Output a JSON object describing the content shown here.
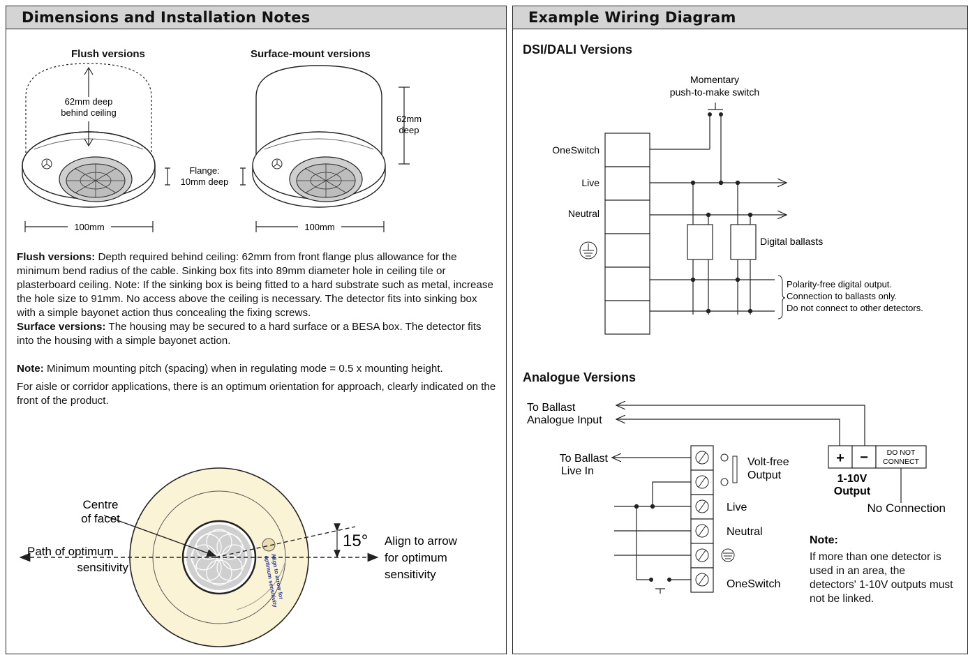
{
  "left_panel": {
    "title": "Dimensions and Installation Notes",
    "flush_heading": "Flush versions",
    "surface_heading": "Surface-mount versions",
    "flush_depth_line1": "62mm deep",
    "flush_depth_line2": "behind ceiling",
    "flange_line1": "Flange:",
    "flange_line2": "10mm deep",
    "surface_depth_line1": "62mm",
    "surface_depth_line2": "deep",
    "width_flush": "100mm",
    "width_surface": "100mm",
    "flush_label": "Flush versions:",
    "flush_text": " Depth required behind ceiling: 62mm from front flange plus allowance for the minimum bend radius of the cable.  Sinking box fits into 89mm diameter hole in ceiling tile or plasterboard ceiling.  Note: If the sinking box is being fitted to a hard substrate such as metal, increase the hole size to 91mm.  No access above the ceiling is necessary.  The detector fits into sinking box with a simple bayonet action thus concealing the fixing screws.",
    "surface_label": "Surface versions:",
    "surface_text": " The housing may be secured to a hard surface or a BESA box. The detector fits into the housing with a simple bayonet action.",
    "note_label": "Note:",
    "note_text": "  Minimum mounting pitch (spacing) when in regulating mode = 0.5 x mounting height.",
    "aisle_text": "For aisle or corridor applications, there is an optimum orientation for approach, clearly indicated on the front of the product.",
    "centre_line1": "Centre",
    "centre_line2": "of facet",
    "path_line1": "Path of optimum",
    "path_line2": "sensitivity",
    "angle": "15°",
    "align_line1": "Align to arrow",
    "align_line2": "for optimum",
    "align_line3": "sensitivity",
    "arrow_text_line1": "Align to arrow for",
    "arrow_text_line2": "optimum sensitivity"
  },
  "right_panel": {
    "title": "Example Wiring Diagram",
    "dsi_heading": "DSI/DALI Versions",
    "switch_line1": "Momentary",
    "switch_line2": "push-to-make switch",
    "terminals": [
      "OneSwitch",
      "Live",
      "Neutral"
    ],
    "ballasts": "Digital ballasts",
    "polarity_line1": "Polarity-free digital output.",
    "polarity_line2": "Connection to ballasts only.",
    "polarity_line3": "Do not connect to other detectors.",
    "analogue_heading": "Analogue Versions",
    "ballast_in_line1": "To Ballast",
    "ballast_in_line2": "Analogue Input",
    "live_in_line1": "To Ballast",
    "live_in_line2": "Live In",
    "voltfree_line1": "Volt-free",
    "voltfree_line2": "Output",
    "a_live": "Live",
    "a_neutral": "Neutral",
    "a_oneswitch": "OneSwitch",
    "plus": "+",
    "minus": "−",
    "dnc_line1": "DO NOT",
    "dnc_line2": "CONNECT",
    "output_line1": "1-10V",
    "output_line2": "Output",
    "no_connection": "No Connection",
    "note_heading": "Note:",
    "note_body": "If more than one detector is used in an area, the detectors' 1-10V outputs must not be linked."
  },
  "colors": {
    "header_bg": "#d4d4d4",
    "detector_fill": "#fbf3d6",
    "lens_fill": "#d9d9d9",
    "arrow_label": "#2a3c9c"
  }
}
